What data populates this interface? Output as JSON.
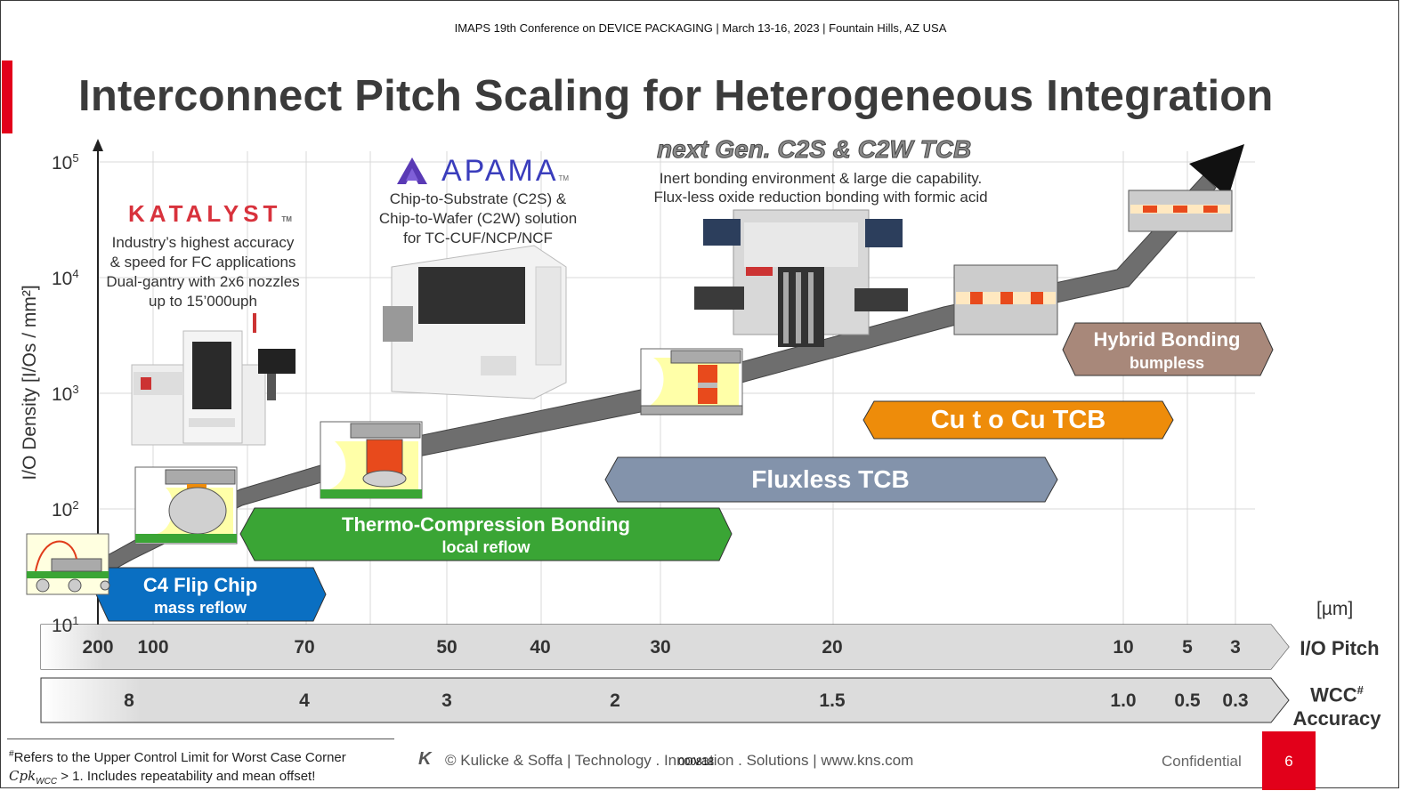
{
  "header": "IMAPS 19th Conference on DEVICE PACKAGING | March 13-16, 2023 | Fountain Hills, AZ USA",
  "title": "Interconnect Pitch Scaling for Heterogeneous Integration",
  "y_axis": {
    "label": "I/O Density [I/Os / mm²]",
    "ticks": [
      {
        "base": "10",
        "exp": "5"
      },
      {
        "base": "10",
        "exp": "4"
      },
      {
        "base": "10",
        "exp": "3"
      },
      {
        "base": "10",
        "exp": "2"
      },
      {
        "base": "10",
        "exp": "1"
      }
    ]
  },
  "unit_label": "[µm]",
  "pitch_axis": {
    "name": "I/O Pitch",
    "values": [
      "200",
      "100",
      "70",
      "50",
      "40",
      "30",
      "20",
      "10",
      "5",
      "3"
    ]
  },
  "wcc_axis": {
    "name": "WCC",
    "name_sup": "#",
    "name_line2": "Accuracy",
    "values": [
      "8",
      "4",
      "3",
      "2",
      "1.5",
      "1.0",
      "0.5",
      "0.3"
    ]
  },
  "katalyst": {
    "logo": "KATALYST",
    "tm": "TM",
    "lines": [
      "Industry’s highest accuracy",
      "& speed for FC applications",
      "Dual-gantry with 2x6 nozzles",
      "up to 15’000uph"
    ]
  },
  "apama": {
    "logo": "APAMA",
    "tm": "TM",
    "lines": [
      "Chip-to-Substrate (C2S) &",
      "Chip-to-Wafer (C2W) solution",
      "for TC-CUF/NCP/NCF"
    ]
  },
  "nextgen": {
    "title": "next Gen. C2S & C2W TCB",
    "lines": [
      "Inert bonding environment & large die capability.",
      "Flux-less oxide reduction bonding with formic acid"
    ]
  },
  "banners": {
    "c4": {
      "title": "C4 Flip Chip",
      "sub": "mass reflow"
    },
    "tcb": {
      "title": "Thermo-Compression Bonding",
      "sub": "local reflow"
    },
    "fluxless": {
      "title": "Fluxless TCB"
    },
    "cutocu": {
      "title": "Cu t o Cu TCB"
    },
    "hybrid": {
      "title": "Hybrid Bonding",
      "sub": "bumpless"
    }
  },
  "colors": {
    "c4": "#0a6fc2",
    "tcb": "#3aa535",
    "fluxless": "#8393ab",
    "cutocu": "#ee8c0a",
    "hybrid": "#a8887a",
    "accent_red": "#e2001a"
  },
  "footnote": {
    "line1": "Refers to the Upper Control Limit for Worst Case Corner",
    "line1_mark": "#",
    "line2": "Cpk",
    "line2_sub": "WCC",
    "line2_rest": " > 1. Includes repeatability and mean offset!"
  },
  "footer": {
    "logo": "K",
    "company": "© Kulicke & Soffa | Technology . Innovation . Solutions | www.kns.com",
    "doc_id": "000818",
    "confidential": "Confidential",
    "page": "6"
  }
}
